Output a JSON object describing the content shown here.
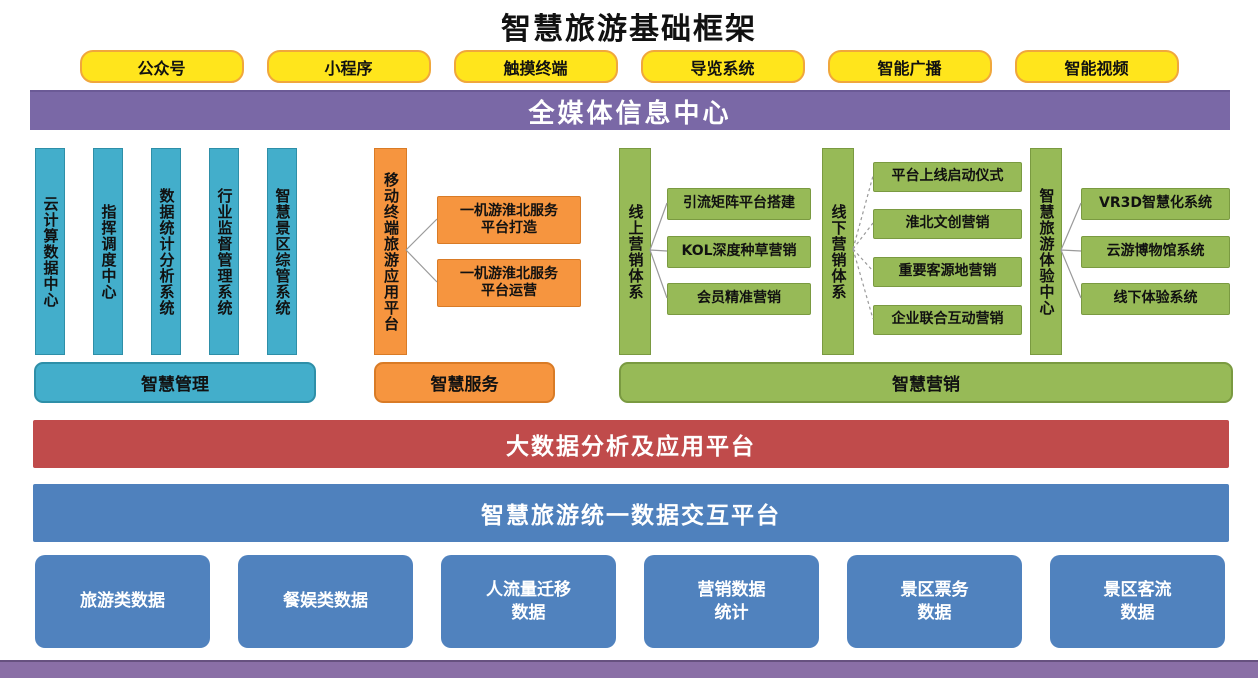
{
  "title": "智慧旅游基础框架",
  "channels": [
    "公众号",
    "小程序",
    "触摸终端",
    "导览系统",
    "智能广播",
    "智能视频"
  ],
  "media_center_label": "全媒体信息中心",
  "management": {
    "label": "智慧管理",
    "pillars": [
      "云计算数据中心",
      "指挥调度中心",
      "数据统计分析系统",
      "行业监督管理系统",
      "智慧景区综管系统"
    ]
  },
  "service": {
    "label": "智慧服务",
    "pillar": "移动终端旅游应用平台",
    "items": [
      [
        "一机游淮北服务",
        "平台打造"
      ],
      [
        "一机游淮北服务",
        "平台运营"
      ]
    ]
  },
  "marketing": {
    "label": "智慧营销",
    "online": {
      "pillar": "线上营销体系",
      "items": [
        "引流矩阵平台搭建",
        "KOL深度种草营销",
        "会员精准营销"
      ]
    },
    "offline": {
      "pillar": "线下营销体系",
      "items": [
        "平台上线启动仪式",
        "淮北文创营销",
        "重要客源地营销",
        "企业联合互动营销"
      ]
    },
    "experience": {
      "pillar": "智慧旅游体验中心",
      "items": [
        "VR3D智慧化系统",
        "云游博物馆系统",
        "线下体验系统"
      ]
    }
  },
  "bigdata_platform_label": "大数据分析及应用平台",
  "data_exchange_label": "智慧旅游统一数据交互平台",
  "data_sources": [
    "旅游类数据",
    "餐娱类数据",
    [
      "人流量迁移",
      "数据"
    ],
    [
      "营销数据",
      "统计"
    ],
    [
      "景区票务",
      "数据"
    ],
    [
      "景区客流",
      "数据"
    ]
  ],
  "colors": {
    "channel_yellow": "#FFE51C",
    "channel_border": "#F0A73C",
    "media_purple": "#7A68A6",
    "management_teal": "#43AECB",
    "service_orange": "#F6953F",
    "marketing_green": "#97BA57",
    "bigdata_red": "#C04B4B",
    "exchange_blue": "#4F81BD",
    "data_box_blue": "#5082BE",
    "bottom_strip_purple": "#8A6FA6"
  }
}
